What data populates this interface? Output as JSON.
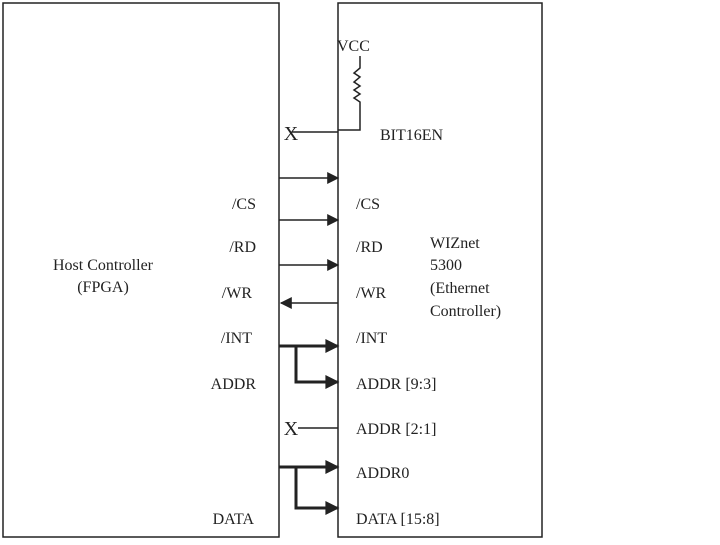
{
  "host": {
    "title_line1": "Host Controller",
    "title_line2": "(FPGA)",
    "pins": {
      "cs": "/CS",
      "rd": "/RD",
      "wr": "/WR",
      "int": "/INT",
      "addr": "ADDR",
      "data": "DATA"
    }
  },
  "chip": {
    "title_lines": [
      "WIZnet",
      "5300",
      "(Ethernet",
      "Controller)"
    ],
    "pins": {
      "bit16en": "BIT16EN",
      "cs": "/CS",
      "rd": "/RD",
      "wr": "/WR",
      "int": "/INT",
      "addr_hi": "ADDR [9:3]",
      "addr_lo": "ADDR [2:1]",
      "addr0": "ADDR0",
      "data": "DATA [15:8]"
    }
  },
  "power": {
    "vcc": "VCC"
  },
  "no_connect": "X"
}
